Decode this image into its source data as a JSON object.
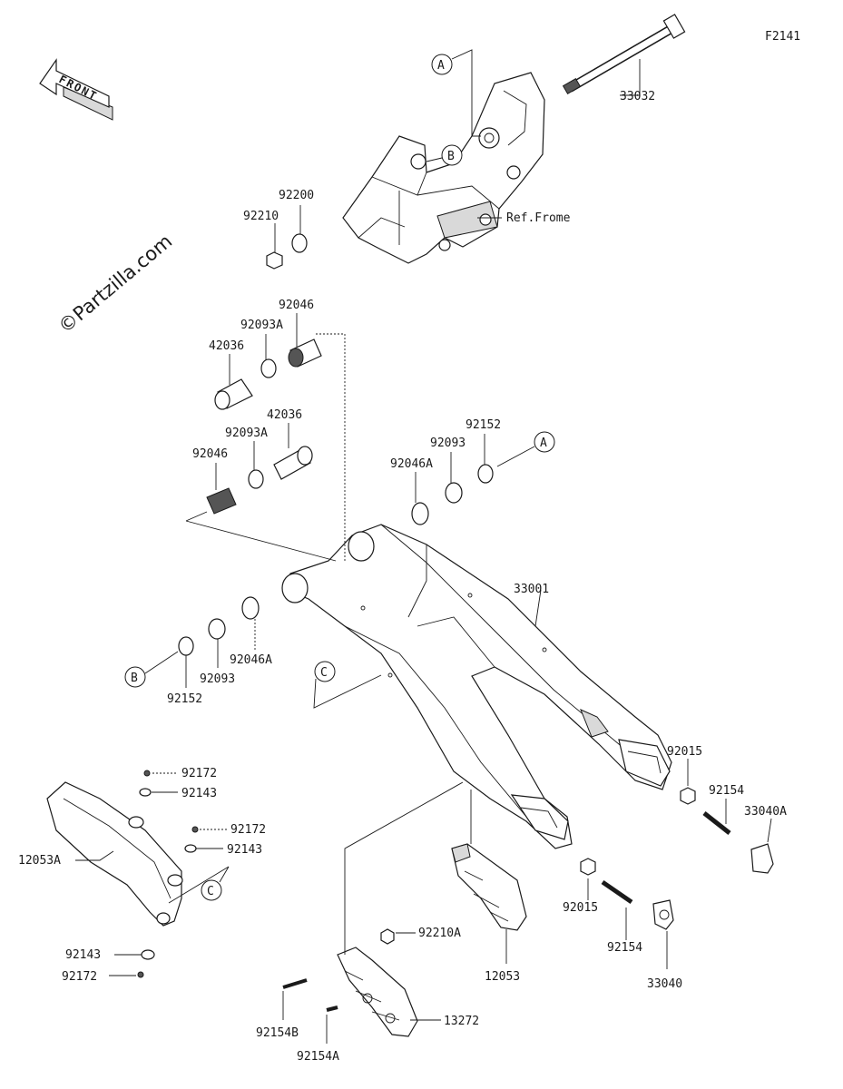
{
  "diagram_id": "F2141",
  "watermark": "©Partzilla.com",
  "front_label": "FRONT",
  "callouts": {
    "a": "A",
    "b": "B",
    "c": "C"
  },
  "parts": {
    "p33032": "33032",
    "ref_frame": "Ref.Frome",
    "p92200": "92200",
    "p92210": "92210",
    "p92046_top": "92046",
    "p92093a_top": "92093A",
    "p42036_top": "42036",
    "p42036_mid": "42036",
    "p92093a_mid": "92093A",
    "p92046_mid": "92046",
    "p92152_right": "92152",
    "p92093_right": "92093",
    "p92046a_right": "92046A",
    "p33001": "33001",
    "p92046a_left": "92046A",
    "p92093_left": "92093",
    "p92152_left": "92152",
    "p92172_a": "92172",
    "p92143_a": "92143",
    "p92172_b": "92172",
    "p92143_b": "92143",
    "p12053a": "12053A",
    "p92143_c": "92143",
    "p92172_c": "92172",
    "p92015_right": "92015",
    "p92154_right": "92154",
    "p33040a": "33040A",
    "p92015_lower": "92015",
    "p92154_lower": "92154",
    "p33040": "33040",
    "p12053": "12053",
    "p92210a": "92210A",
    "p13272": "13272",
    "p92154b": "92154B",
    "p92154a": "92154A"
  }
}
